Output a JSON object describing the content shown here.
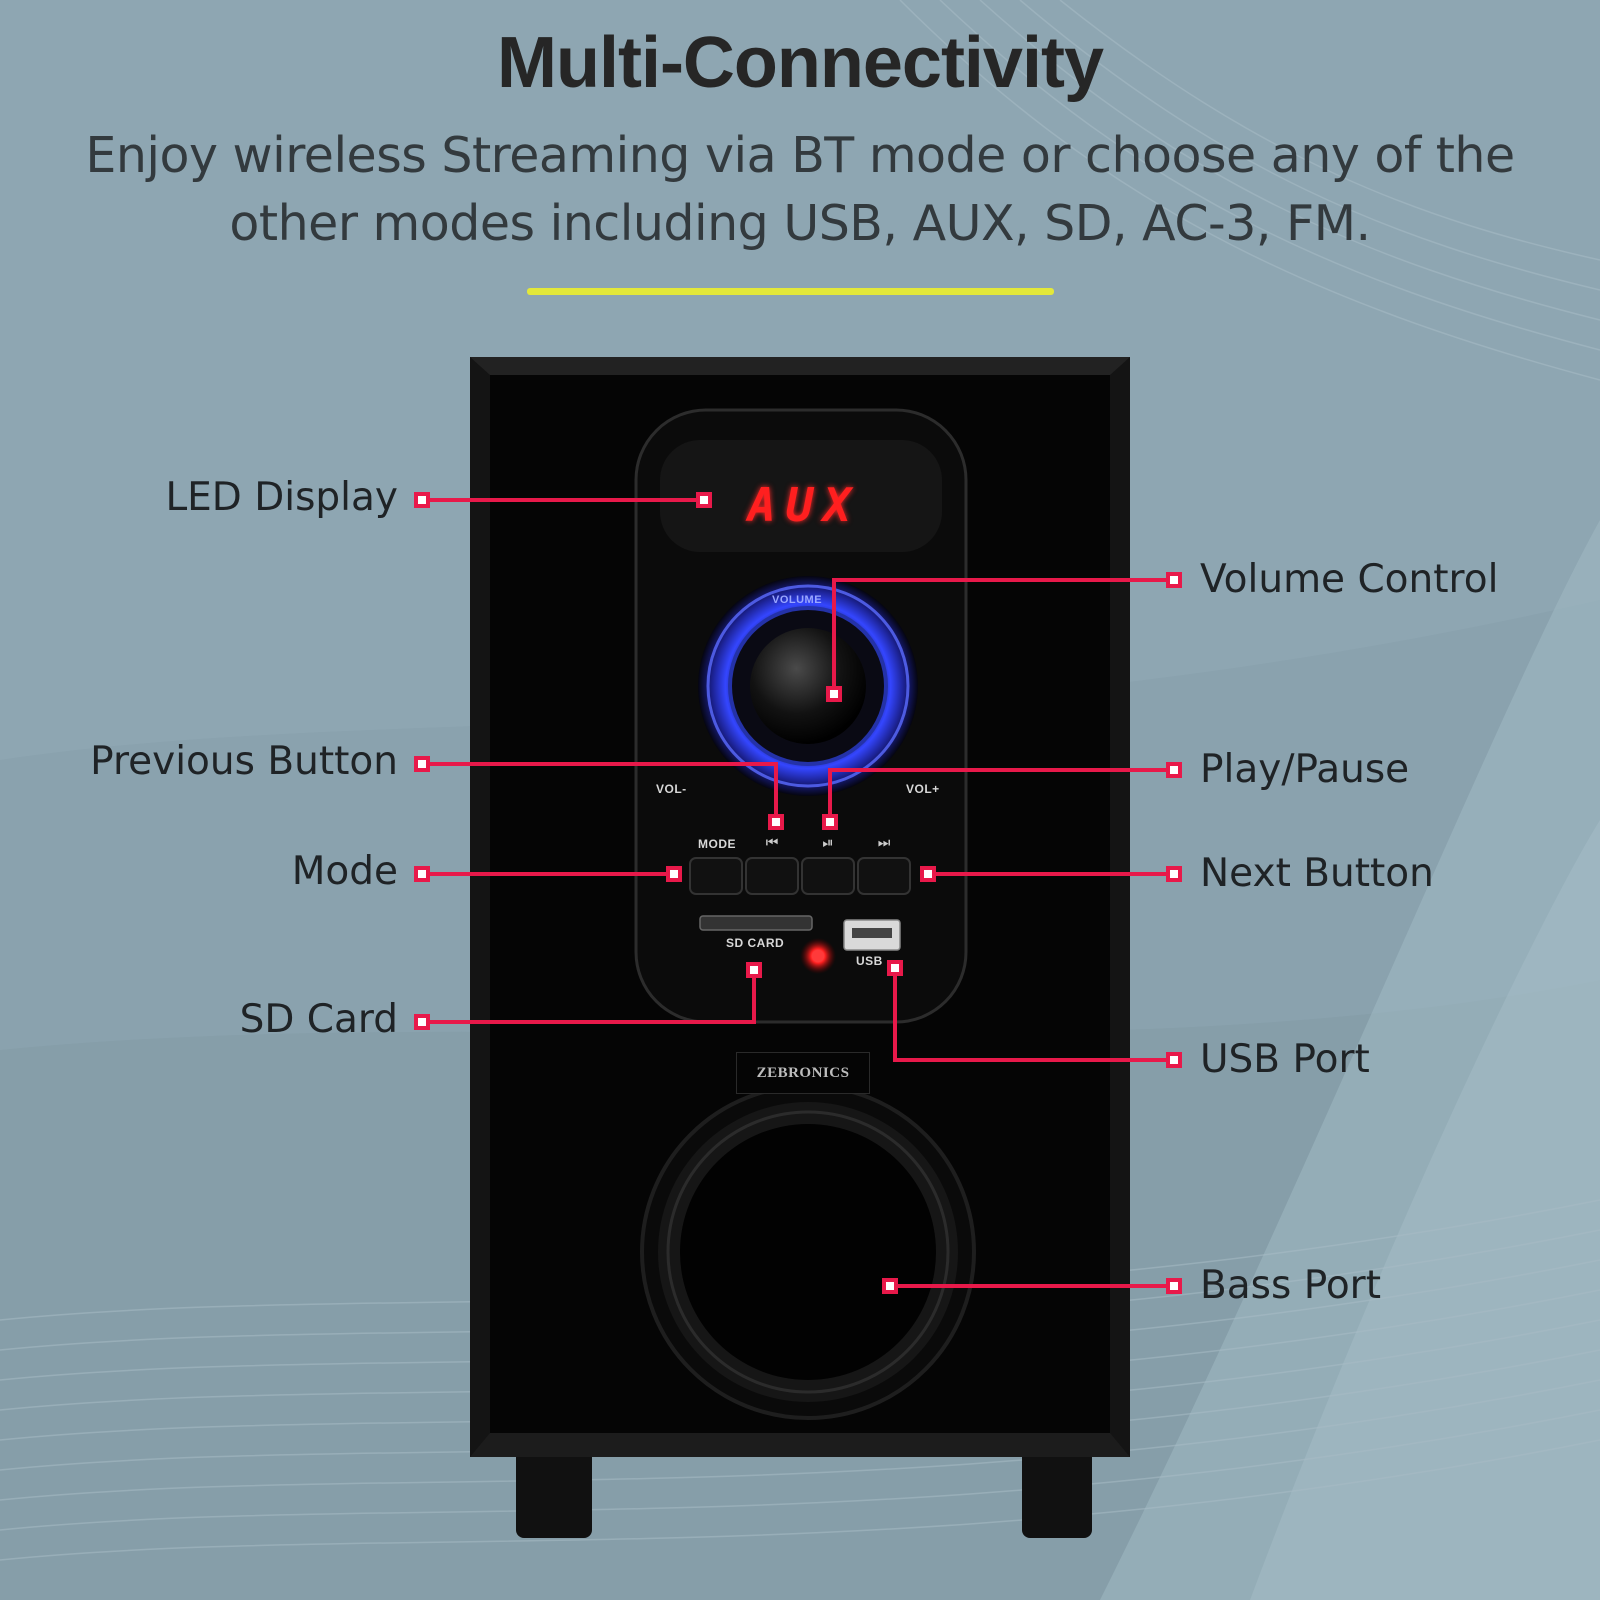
{
  "header": {
    "title": "Multi-Connectivity",
    "subtitle": "Enjoy wireless Streaming via BT mode or choose any of the other modes including USB, AUX, SD, AC-3, FM."
  },
  "callouts": {
    "led_display": "LED Display",
    "volume_control": "Volume Control",
    "previous_button": "Previous Button",
    "play_pause": "Play/Pause",
    "mode": "Mode",
    "next_button": "Next Button",
    "sd_card": "SD Card",
    "usb_port": "USB Port",
    "bass_port": "Bass Port"
  },
  "device": {
    "led_readout": "AUX",
    "knob_label": "VOLUME",
    "vol_minus": "VOL-",
    "vol_plus": "VOL+",
    "mode_label": "MODE",
    "sd_label": "SD CARD",
    "usb_label": "USB",
    "brand": "ZEBRONICS"
  },
  "colors": {
    "background": "#8ea6b2",
    "accent_line": "#e3e83a",
    "callout": "#e8194a",
    "led": "#ff1f1f",
    "knob_glow": "#3a4dff"
  }
}
